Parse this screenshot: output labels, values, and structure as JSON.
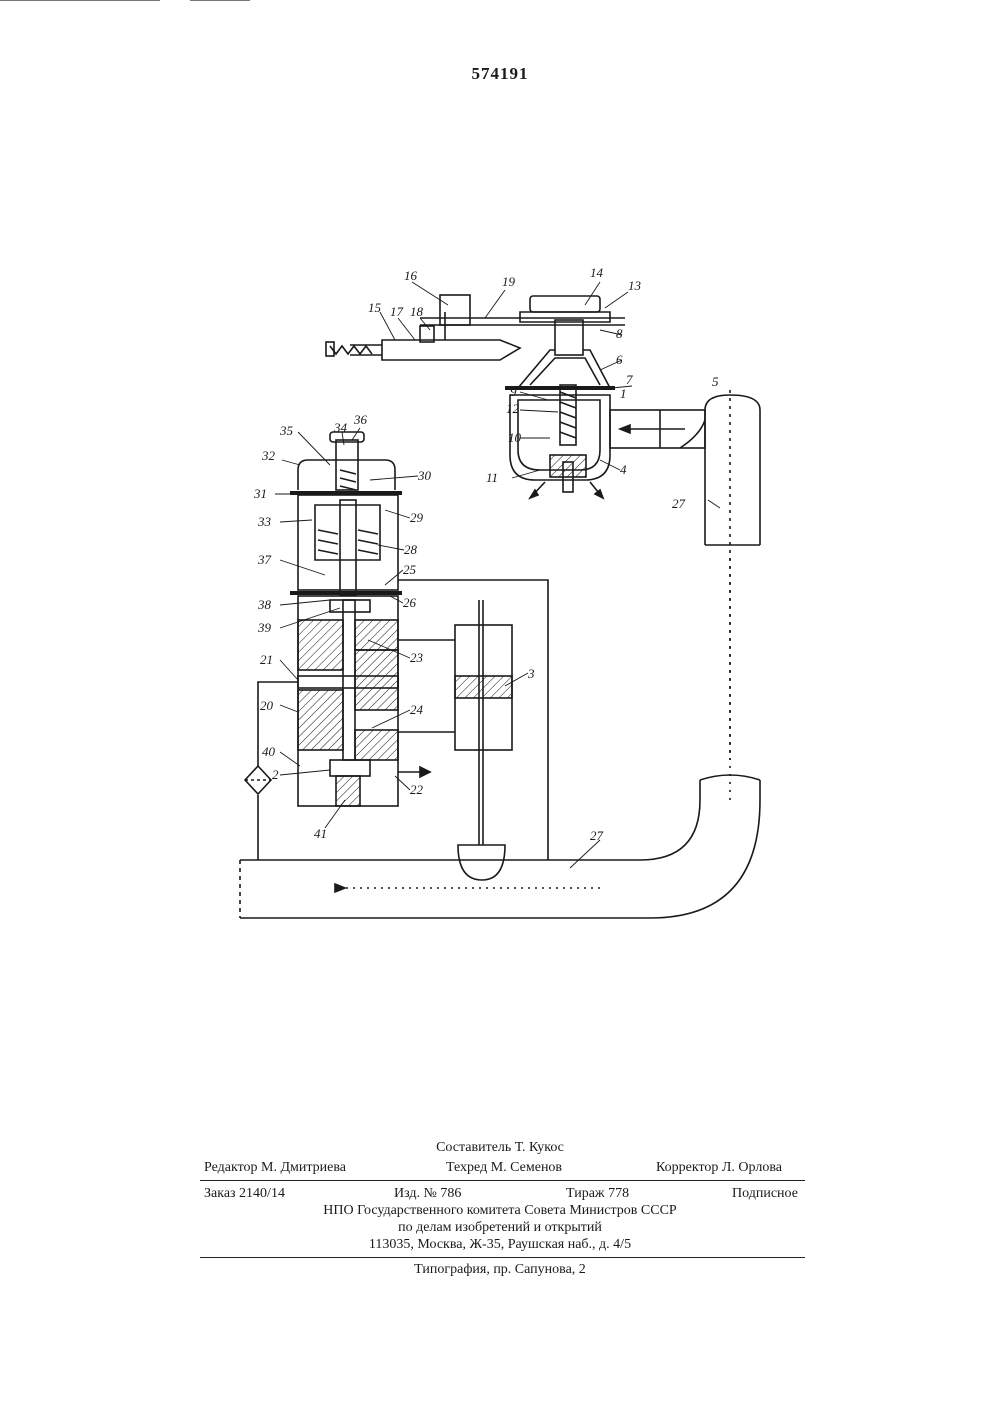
{
  "header": {
    "patent_number": "574191"
  },
  "drawing": {
    "labels": {
      "l1": "1",
      "l2": "2",
      "l3": "3",
      "l4": "4",
      "l5": "5",
      "l6": "6",
      "l7": "7",
      "l8": "8",
      "l9": "9",
      "l10": "10",
      "l11": "11",
      "l12": "12",
      "l13": "13",
      "l14": "14",
      "l15": "15",
      "l16": "16",
      "l17": "17",
      "l18": "18",
      "l19": "19",
      "l20": "20",
      "l21": "21",
      "l22": "22",
      "l23": "23",
      "l24": "24",
      "l25": "25",
      "l26": "26",
      "l27a": "27",
      "l27b": "27",
      "l28": "28",
      "l29": "29",
      "l30": "30",
      "l31": "31",
      "l32": "32",
      "l33": "33",
      "l34": "34",
      "l35": "35",
      "l36": "36",
      "l37": "37",
      "l38": "38",
      "l39": "39",
      "l40": "40",
      "l41": "41"
    }
  },
  "imprint": {
    "compiler": "Составитель Т. Кукос",
    "editor": "Редактор М. Дмитриева",
    "techred": "Техред М. Семенов",
    "corrector": "Корректор Л. Орлова",
    "order": "Заказ 2140/14",
    "edition": "Изд. № 786",
    "circulation": "Тираж 778",
    "subscription": "Подписное",
    "org_line1": "НПО Государственного комитета Совета Министров СССР",
    "org_line2": "по делам изобретений и открытий",
    "address": "113035, Москва, Ж-35, Раушская наб., д. 4/5",
    "printer": "Типография, пр. Сапунова, 2"
  }
}
